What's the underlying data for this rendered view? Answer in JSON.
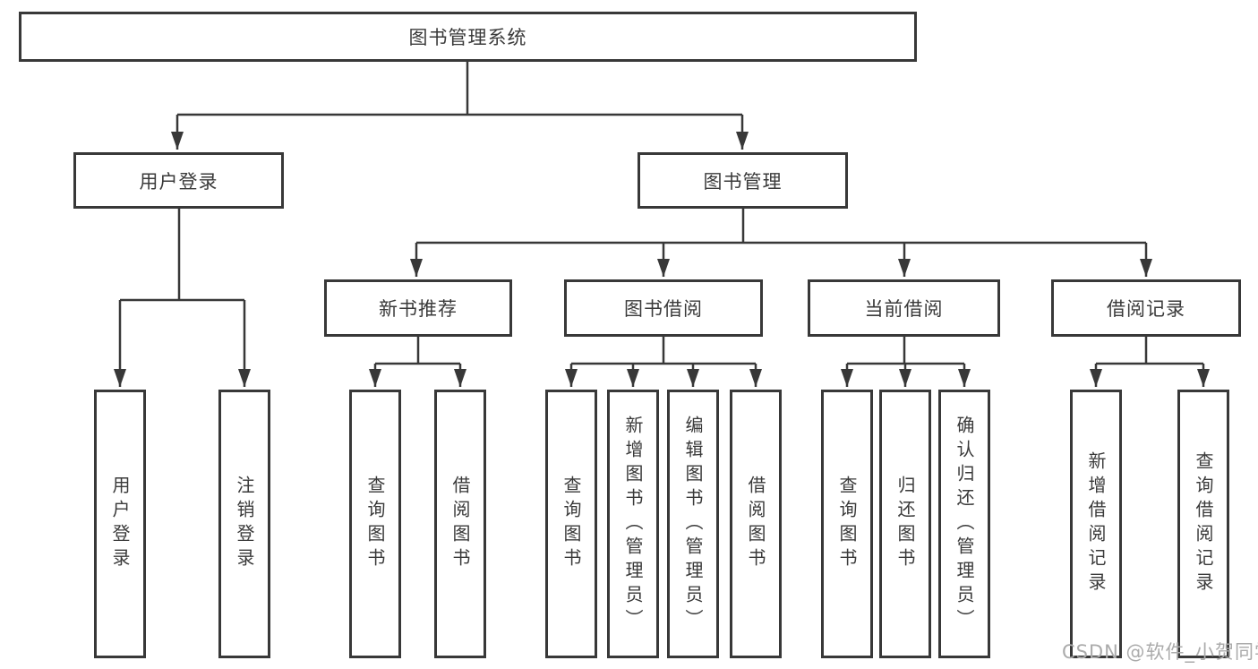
{
  "diagram_type": "hierarchy-tree",
  "colors": {
    "line": "#383838",
    "text": "#3a3a3a",
    "box_fill": "#ffffff",
    "watermark": "#ababab"
  },
  "watermark": {
    "text": "CSDN @软件_小贺同学"
  },
  "tree": {
    "label": "图书管理系统",
    "children": [
      {
        "label": "用户登录",
        "children": [
          {
            "label": "用户登录"
          },
          {
            "label": "注销登录"
          }
        ]
      },
      {
        "label": "图书管理",
        "children": [
          {
            "label": "新书推荐",
            "children": [
              {
                "label": "查询图书"
              },
              {
                "label": "借阅图书"
              }
            ]
          },
          {
            "label": "图书借阅",
            "children": [
              {
                "label": "查询图书"
              },
              {
                "label": "新增图书（管理员）"
              },
              {
                "label": "编辑图书（管理员）"
              },
              {
                "label": "借阅图书"
              }
            ]
          },
          {
            "label": "当前借阅",
            "children": [
              {
                "label": "查询图书"
              },
              {
                "label": "归还图书"
              },
              {
                "label": "确认归还（管理员）"
              }
            ]
          },
          {
            "label": "借阅记录",
            "children": [
              {
                "label": "新增借阅记录"
              },
              {
                "label": "查询借阅记录"
              }
            ]
          }
        ]
      }
    ]
  }
}
